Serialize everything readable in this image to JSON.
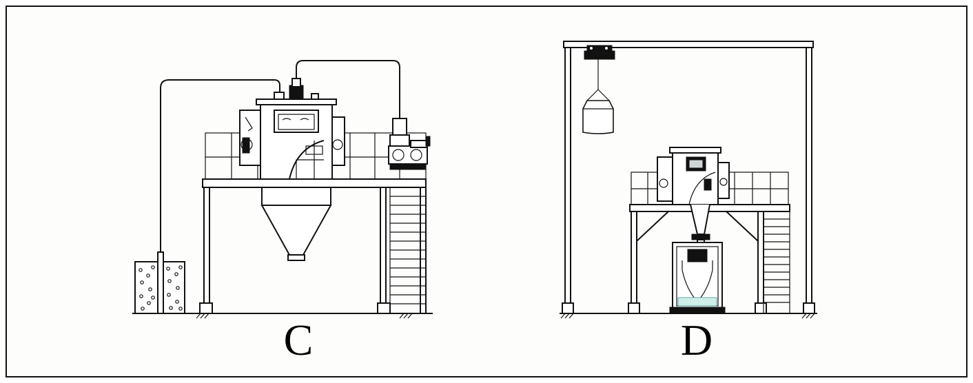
{
  "panels": [
    {
      "id": "C",
      "label": "C"
    },
    {
      "id": "D",
      "label": "D"
    }
  ]
}
